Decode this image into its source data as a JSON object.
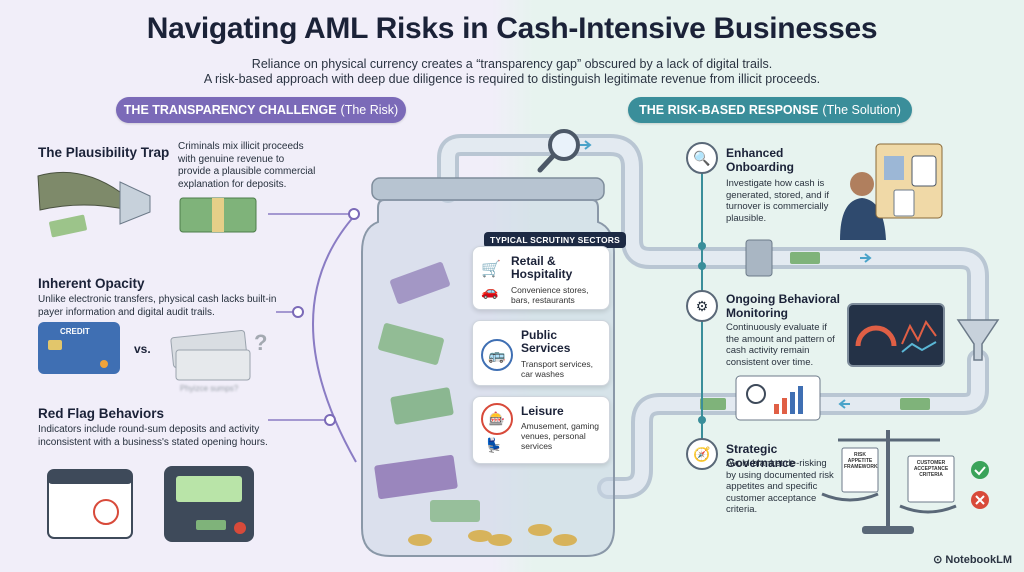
{
  "header": {
    "title": "Navigating AML Risks in Cash-Intensive Businesses",
    "subtitle_1": "Reliance on physical currency creates a “transparency gap” obscured by a lack of digital trails.",
    "subtitle_2": "A risk-based approach with deep due diligence is required to distinguish legitimate revenue from illicit proceeds."
  },
  "left_section": {
    "pill_bold": "THE TRANSPARENCY CHALLENGE",
    "pill_rest": "(The Risk)",
    "items": [
      {
        "title": "The Plausibility Trap",
        "body": "Criminals mix illicit proceeds with genuine revenue to provide a plausible commercial explanation for deposits."
      },
      {
        "title": "Inherent Opacity",
        "body": "Unlike electronic transfers, physical cash lacks built-in payer information and digital audit trails."
      },
      {
        "title": "Red Flag Behaviors",
        "body": "Indicators include round-sum deposits and activity inconsistent with a business's stated opening hours."
      }
    ],
    "credit_card_label": "CREDIT",
    "vs_label": "vs.",
    "question_mark": "?",
    "blurred_caption": "Phyizce sumps?"
  },
  "jar": {
    "tag": "TYPICAL SCRUTINY SECTORS",
    "sectors": [
      {
        "title": "Retail & Hospitality",
        "body": "Convenience stores, bars, restaurants",
        "icon": "cart-icon"
      },
      {
        "title": "Public Services",
        "body": "Transport services, car washes",
        "icon": "bus-icon"
      },
      {
        "title": "Leisure",
        "body": "Amusement, gaming venues, personal services",
        "icon": "chip-icon"
      }
    ]
  },
  "right_section": {
    "pill_bold": "THE RISK-BASED RESPONSE",
    "pill_rest": "(The Solution)",
    "items": [
      {
        "title": "Enhanced Onboarding",
        "body": "Investigate how cash is generated, stored, and if turnover is commercially plausible.",
        "icon": "magnifier-icon"
      },
      {
        "title": "Ongoing Behavioral Monitoring",
        "body": "Continuously evaluate if the amount and pattern of cash activity remain consistent over time.",
        "icon": "gears-icon"
      },
      {
        "title": "Strategic Governance",
        "body": "Avoid blanket de-risking by using documented risk appetites and specific customer acceptance criteria.",
        "icon": "compass-icon"
      }
    ],
    "scale_left_doc": "RISK APPETITE FRAMEWORK",
    "scale_right_doc": "CUSTOMER ACCEPTANCE CRITERIA"
  },
  "colors": {
    "risk_accent": "#7b6ab8",
    "solution_accent": "#3a8e9a",
    "navy": "#1d2a44"
  },
  "brand": "NotebookLM"
}
